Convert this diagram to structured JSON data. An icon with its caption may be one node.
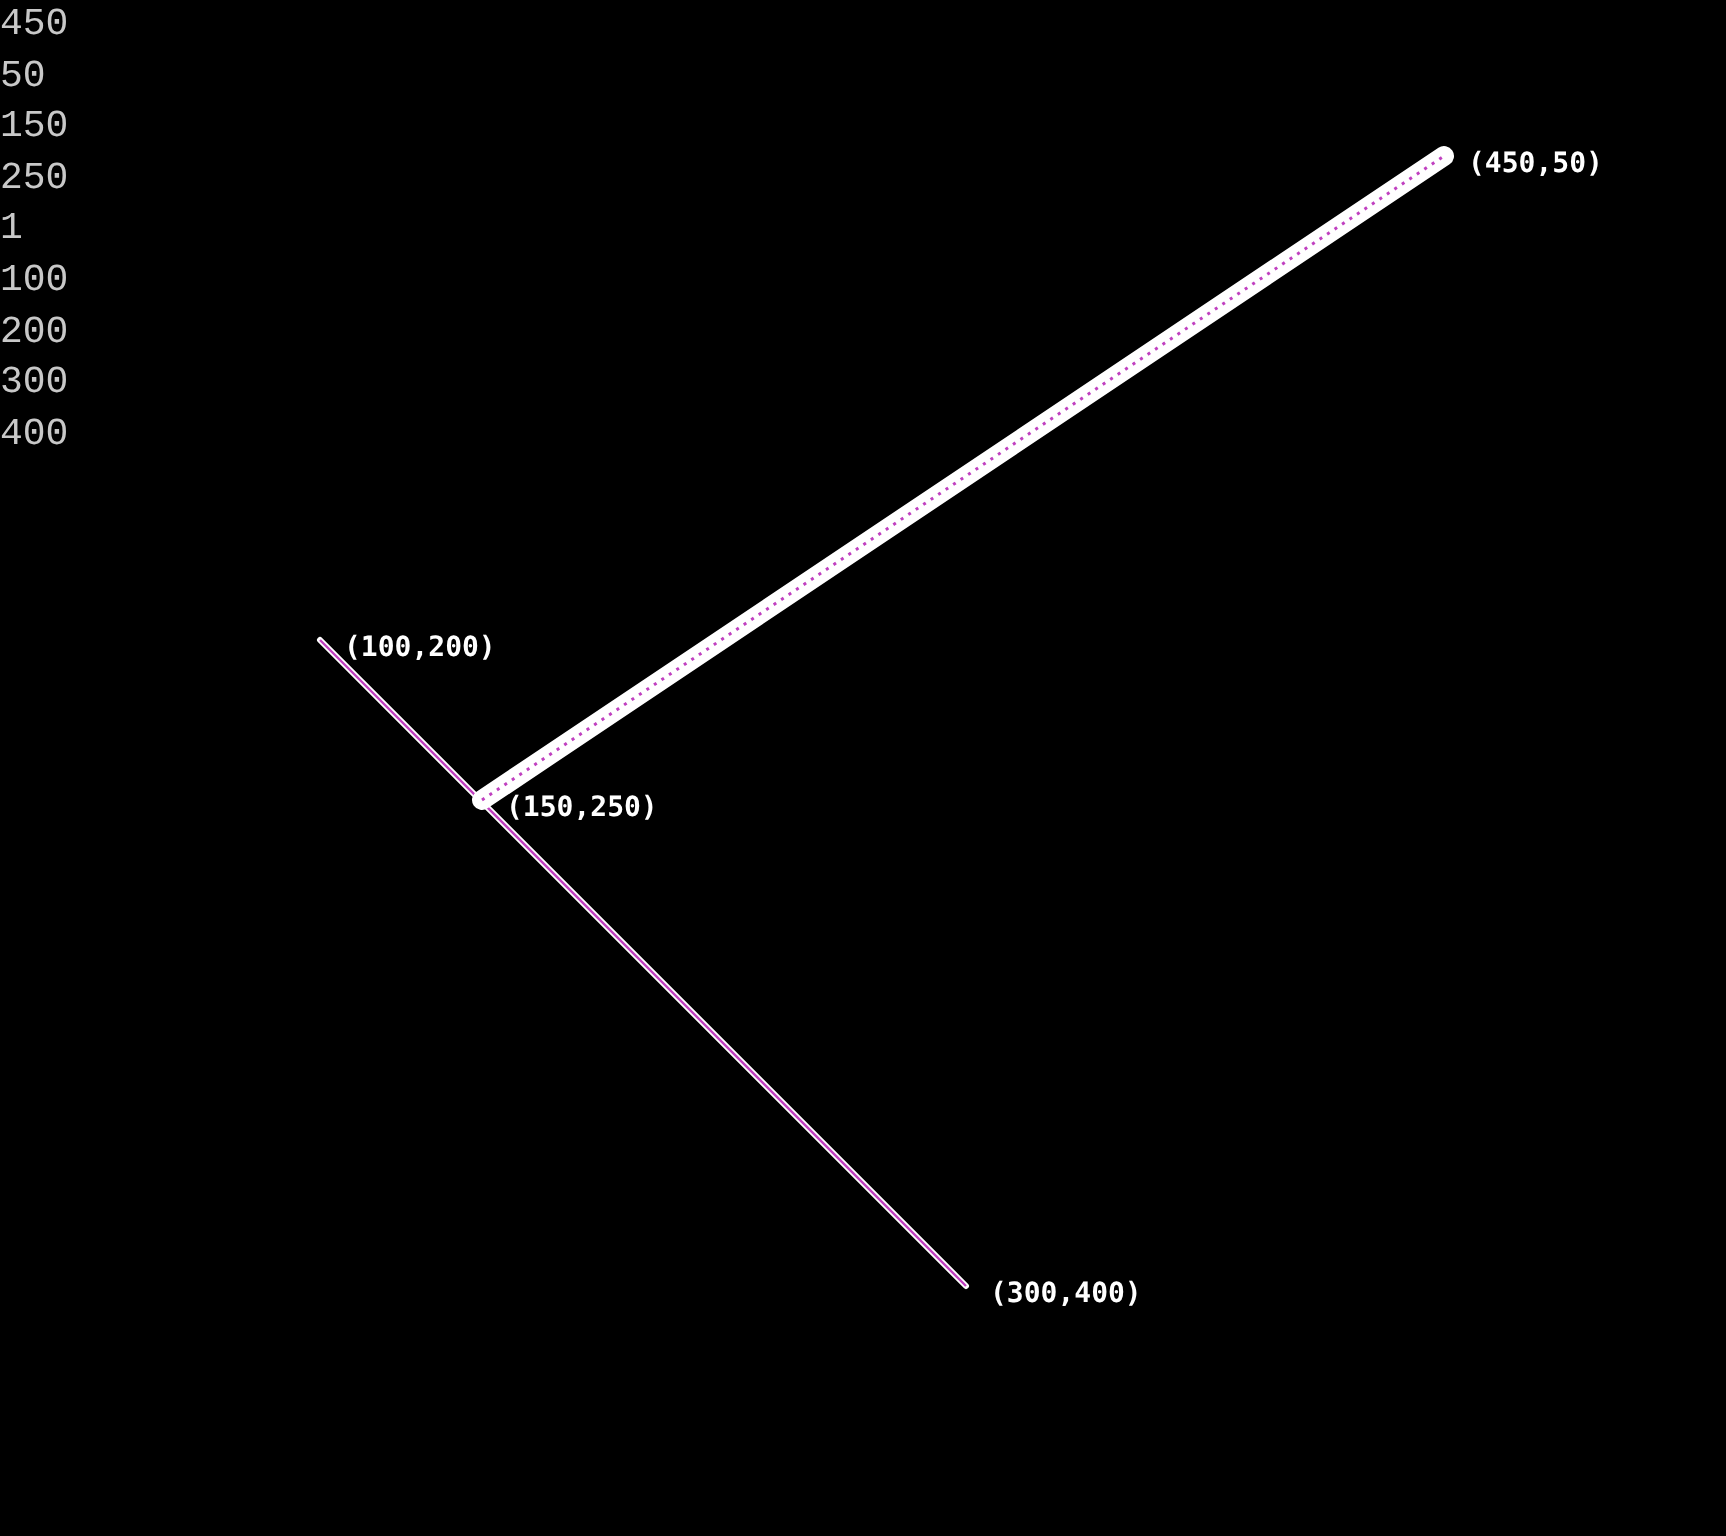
{
  "diagram": {
    "nodes": [
      {
        "text": [
          "(450,50)"
        ]
      },
      {
        "text": [
          "(100,200)"
        ]
      },
      {
        "text": [
          "(150,250)"
        ]
      },
      {
        "text": [
          "(300,400)"
        ]
      }
    ],
    "edges": [
      {
        "from": 1,
        "to": 3,
        "arrow": "none"
      },
      {
        "from": 2,
        "to": 0,
        "arrow": "none",
        "style": "thick"
      }
    ],
    "labels": [
      "450",
      "50",
      "150",
      "250",
      "1",
      "100",
      "200",
      "300",
      "400"
    ]
  }
}
